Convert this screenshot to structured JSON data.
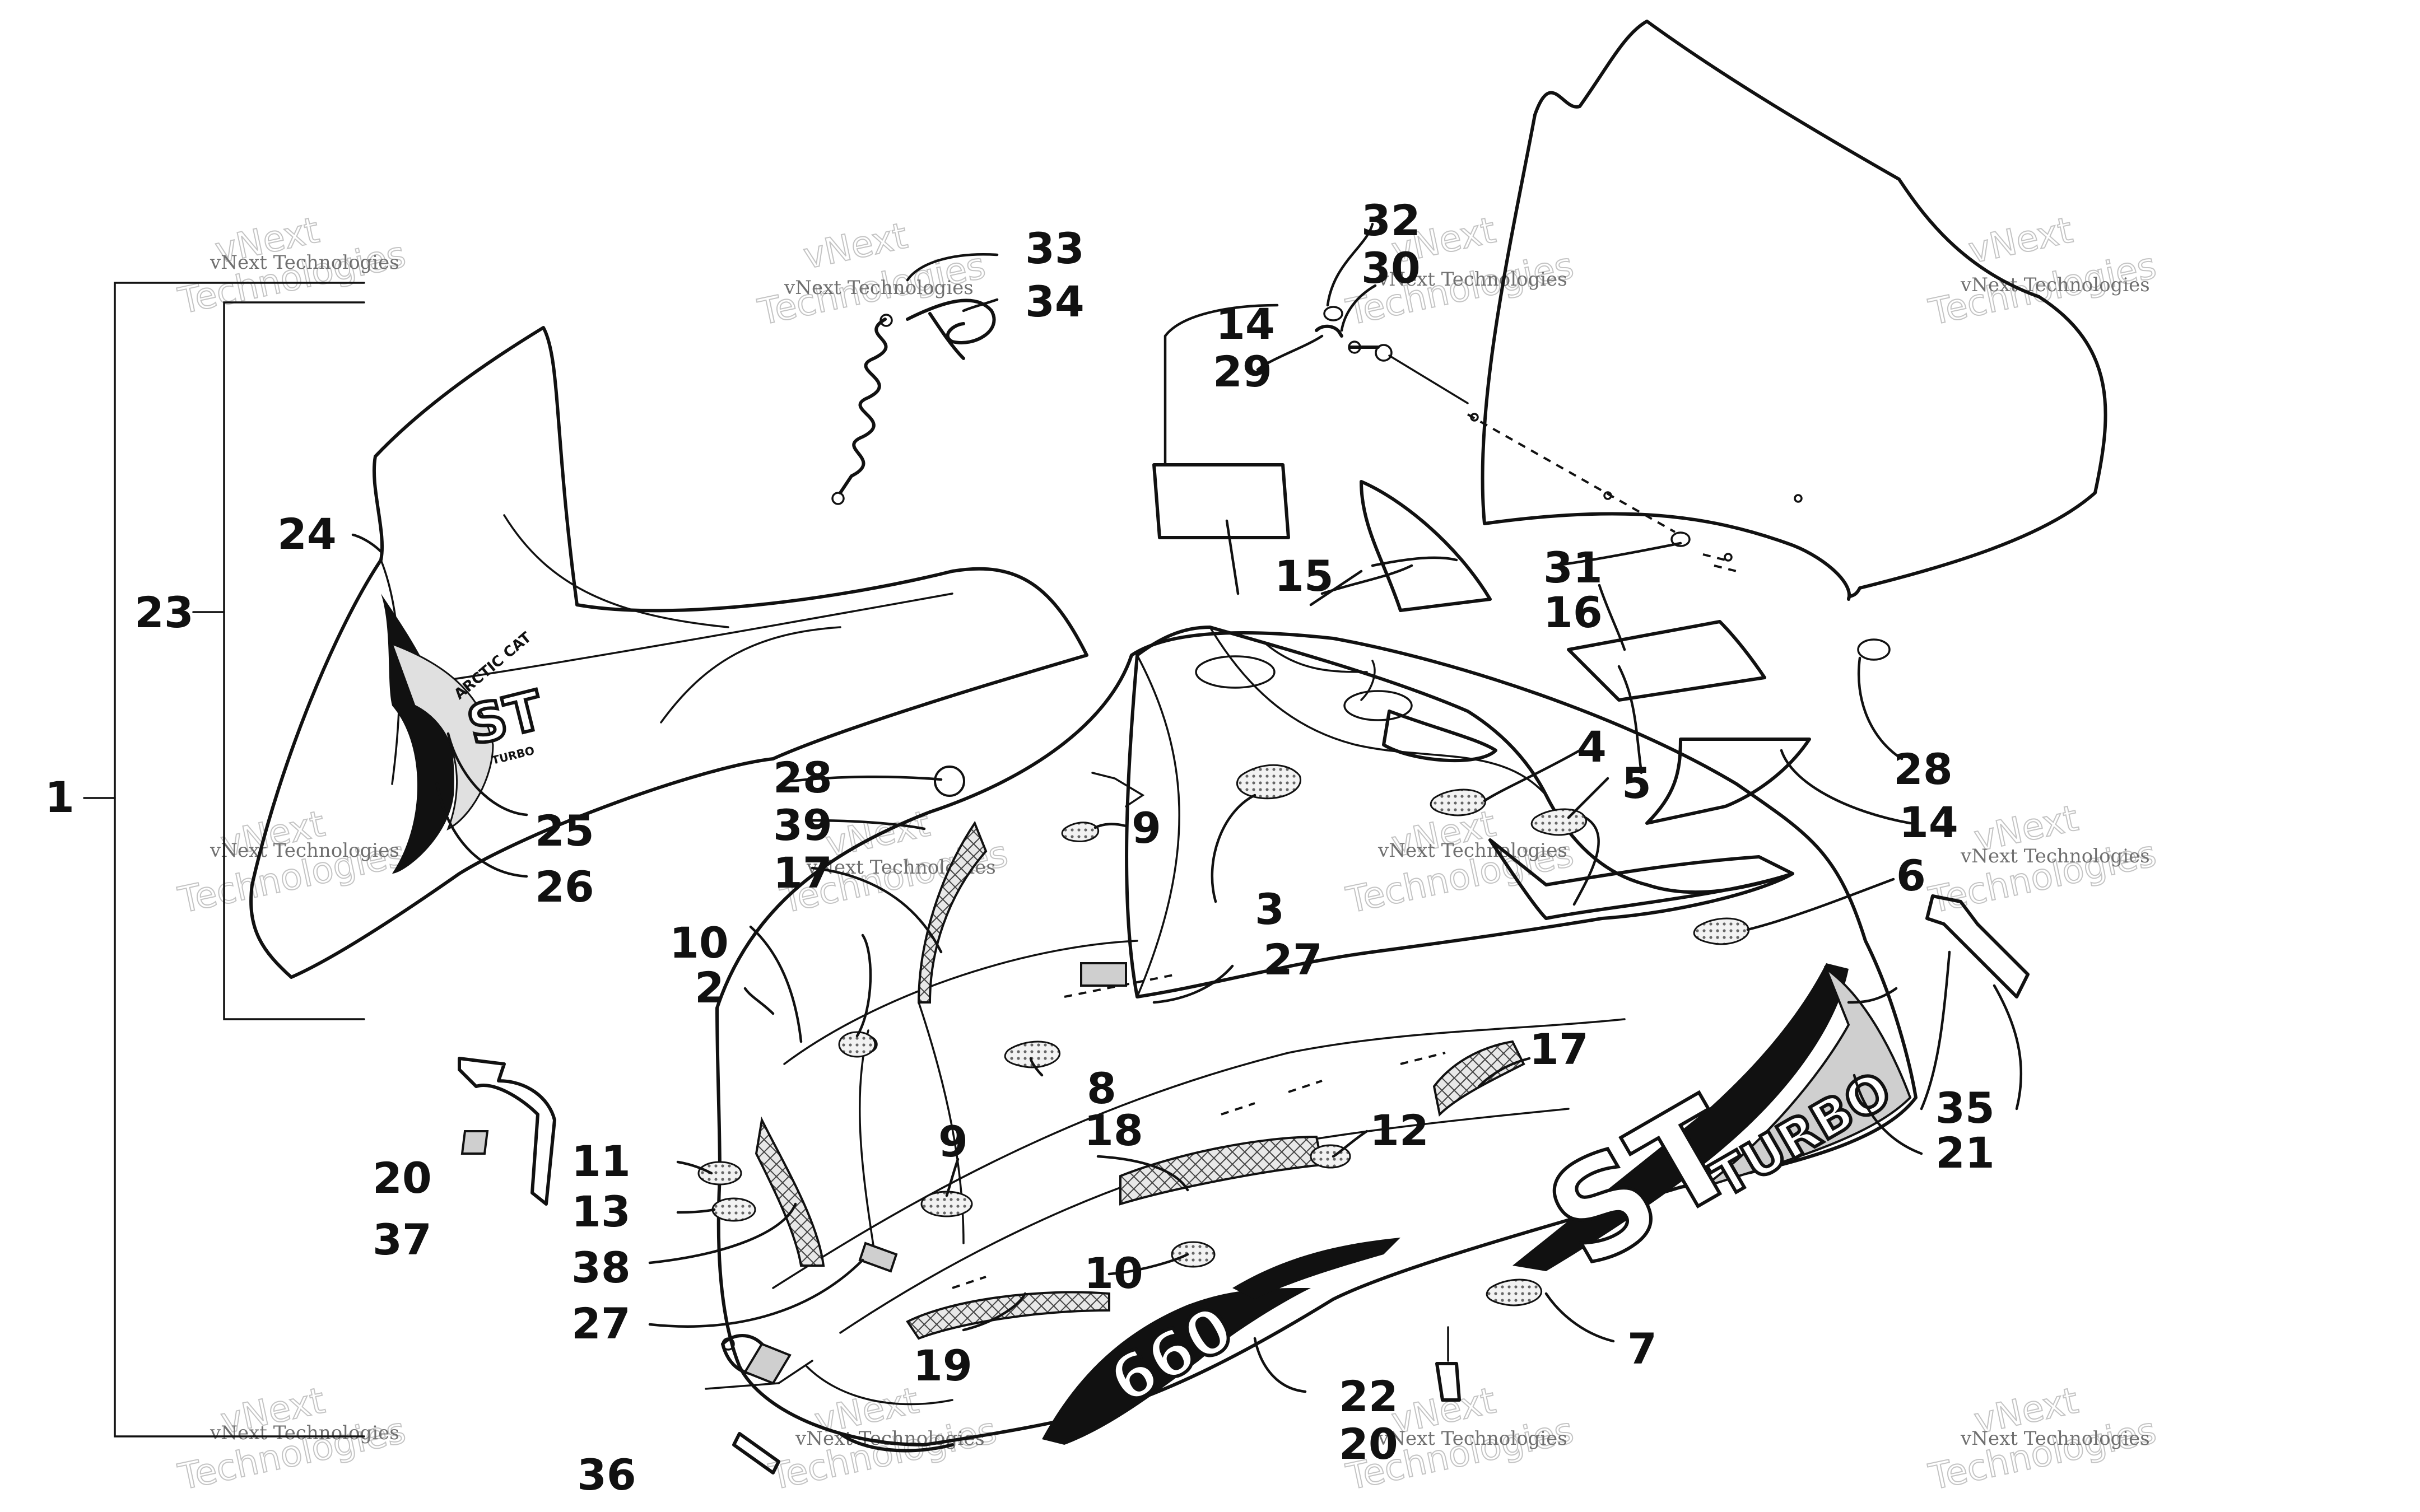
{
  "watermark": {
    "line_small": "vNext Technologies",
    "line_large_1": "vNext",
    "line_large_2": "Technologies"
  },
  "decals": {
    "hood_model": "ST",
    "hood_model_sub": "TURBO",
    "side_engine": "660",
    "upper_brand": "ARCTIC CAT",
    "upper_model": "ST",
    "upper_sub": "TURBO"
  },
  "callouts": {
    "c1": "1",
    "c2": "2",
    "c3": "3",
    "c4": "4",
    "c5": "5",
    "c6": "6",
    "c7": "7",
    "c8": "8",
    "c9a": "9",
    "c9b": "9",
    "c10a": "10",
    "c10b": "10",
    "c11": "11",
    "c12": "12",
    "c13": "13",
    "c14a": "14",
    "c14b": "14",
    "c15": "15",
    "c16": "16",
    "c17a": "17",
    "c17b": "17",
    "c18": "18",
    "c19": "19",
    "c20a": "20",
    "c20b": "20",
    "c21": "21",
    "c22": "22",
    "c23": "23",
    "c24": "24",
    "c25": "25",
    "c26": "26",
    "c27a": "27",
    "c27b": "27",
    "c28a": "28",
    "c28b": "28",
    "c29": "29",
    "c30": "30",
    "c31": "31",
    "c32": "32",
    "c33": "33",
    "c34": "34",
    "c35": "35",
    "c36": "36",
    "c37": "37",
    "c38": "38",
    "c39": "39"
  }
}
